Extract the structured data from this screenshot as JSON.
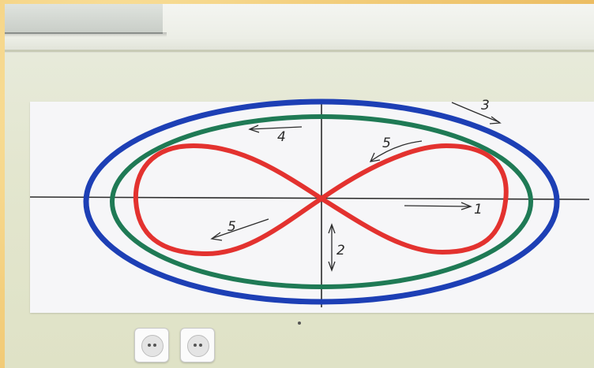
{
  "drawing": {
    "labels": {
      "arrow_1": "1",
      "arrow_2": "2",
      "blue_curve": "3",
      "green_curve": "4",
      "red_curve_upper": "5",
      "red_curve_lower": "5"
    },
    "curve_colors": {
      "blue": "#1d3fb5",
      "green": "#1f7a55",
      "red": "#e3322f",
      "axes": "#2c2c2c"
    }
  },
  "wall": {
    "socket_count": 2
  }
}
